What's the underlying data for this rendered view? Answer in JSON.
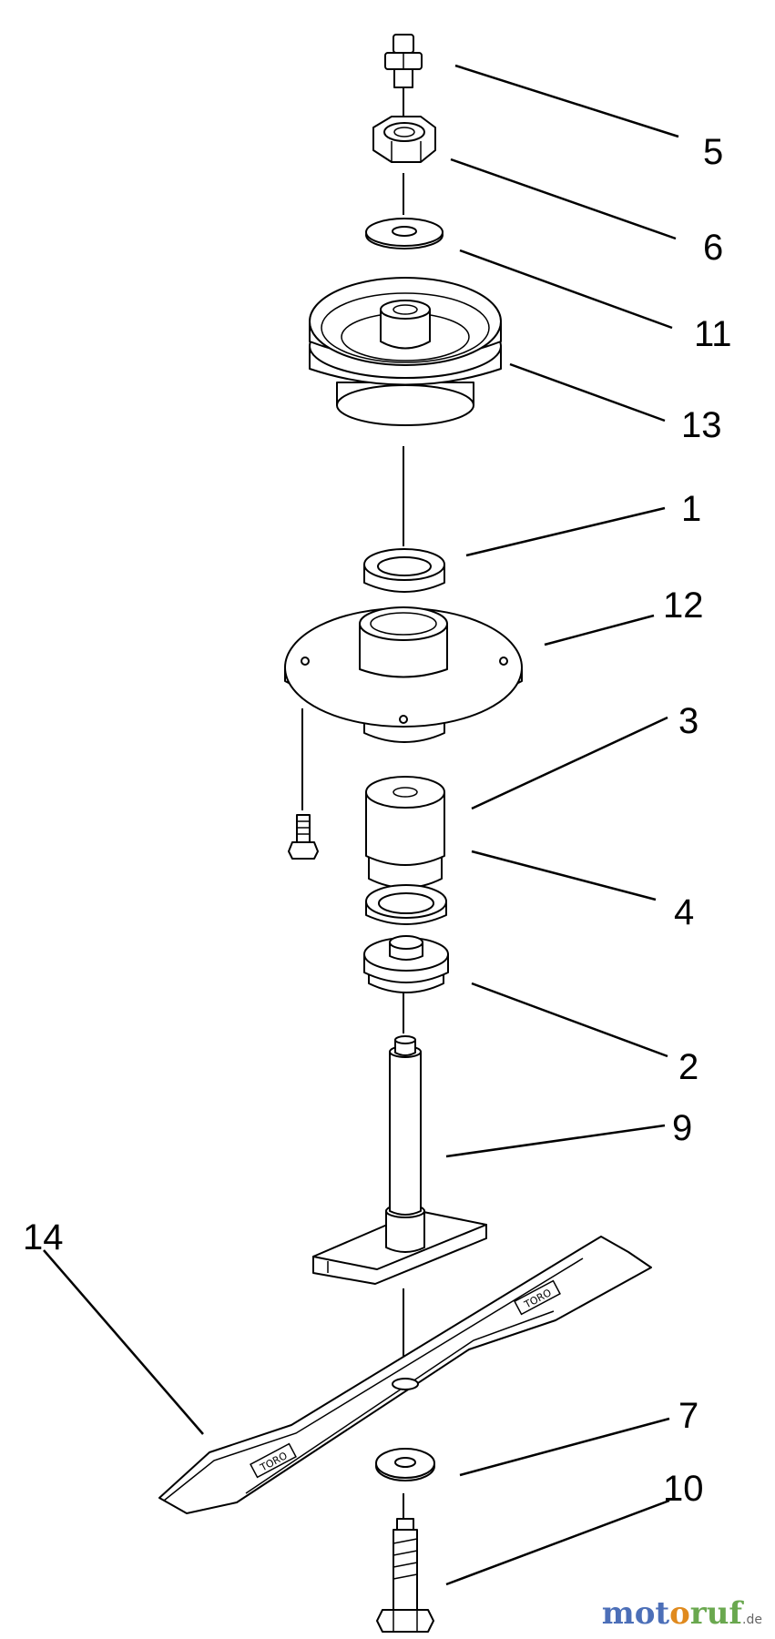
{
  "parts": [
    {
      "id": "5",
      "name": "grease-fitting"
    },
    {
      "id": "6",
      "name": "nut"
    },
    {
      "id": "11",
      "name": "washer"
    },
    {
      "id": "13",
      "name": "pulley"
    },
    {
      "id": "1",
      "name": "bearing-upper"
    },
    {
      "id": "12",
      "name": "spindle-housing"
    },
    {
      "id": "3",
      "name": "spacer"
    },
    {
      "id": "4",
      "name": "bearing-lower"
    },
    {
      "id": "2",
      "name": "seal"
    },
    {
      "id": "9",
      "name": "spindle-shaft"
    },
    {
      "id": "14",
      "name": "blade"
    },
    {
      "id": "7",
      "name": "blade-washer"
    },
    {
      "id": "10",
      "name": "blade-bolt"
    }
  ],
  "labels": {
    "l5": "5",
    "l6": "6",
    "l11": "11",
    "l13": "13",
    "l1": "1",
    "l12": "12",
    "l3": "3",
    "l4": "4",
    "l2": "2",
    "l9": "9",
    "l14": "14",
    "l7": "7",
    "l10": "10"
  },
  "blade_marking": "TORO",
  "watermark": {
    "part1": "mot",
    "part2": "o",
    "part3": "ruf",
    "suffix": ".de"
  },
  "colors": {
    "line": "#000000",
    "background": "#ffffff"
  }
}
